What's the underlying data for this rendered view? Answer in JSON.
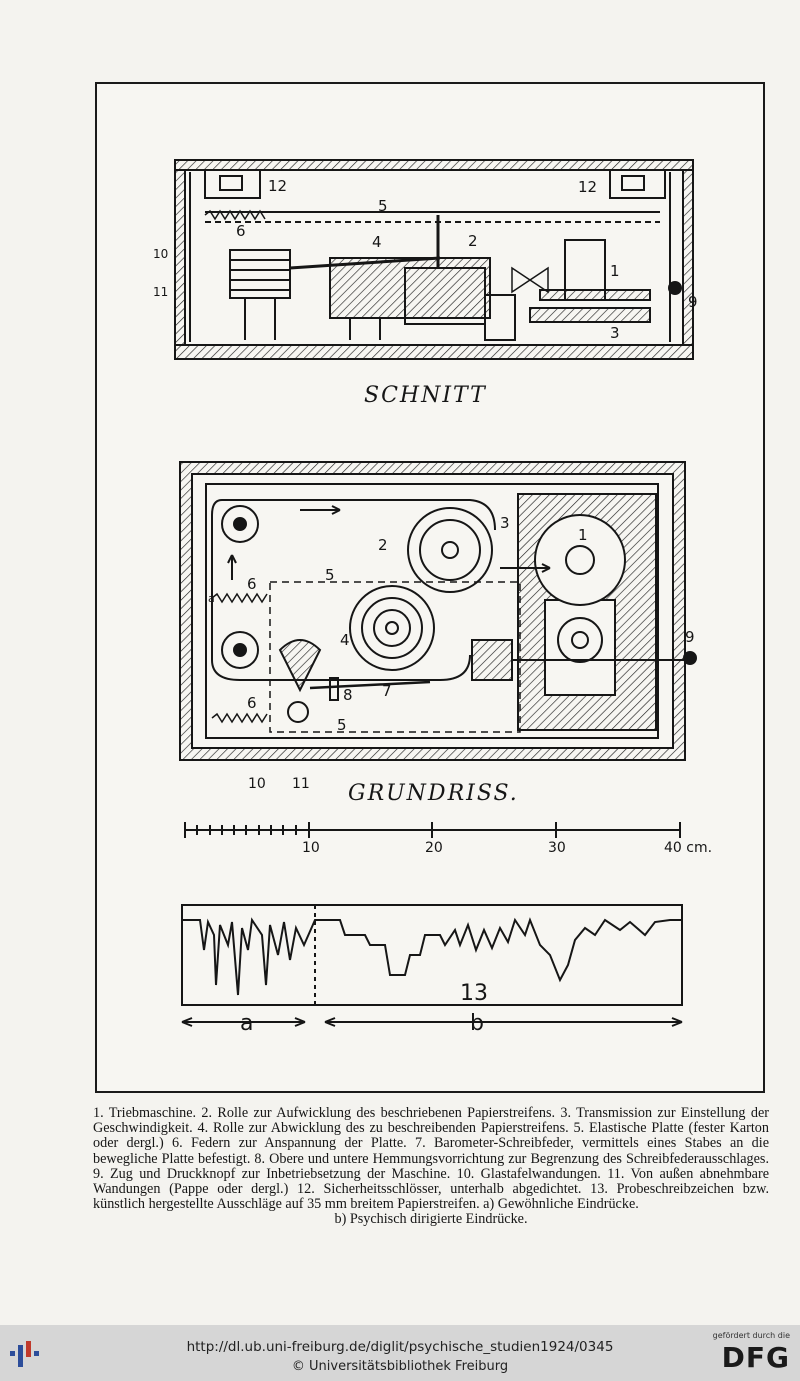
{
  "figure": {
    "section_label": "SCHNITT",
    "plan_label": "GRUNDRISS.",
    "numbers": [
      "1",
      "2",
      "3",
      "4",
      "5",
      "6",
      "7",
      "8",
      "9",
      "10",
      "11",
      "12",
      "13"
    ],
    "scale_labels": [
      "10",
      "20",
      "30",
      "40 cm."
    ],
    "sample_labels": [
      "a",
      "b",
      "13"
    ]
  },
  "caption": {
    "text": "1. Triebmaschine. 2. Rolle zur Aufwicklung des beschriebenen Papierstreifens. 3. Transmission zur Einstellung der Geschwindigkeit. 4. Rolle zur Abwicklung des zu beschreibenden Papierstreifens. 5. Elastische Platte (fester Karton oder dergl.) 6. Federn zur Anspannung der Platte. 7. Barometer-Schreibfeder, vermittels eines Stabes an die bewegliche Platte befestigt. 8. Obere und untere Hemmungsvorrichtung zur Begrenzung des Schreibfederausschlages. 9. Zug und Druckknopf zur Inbetriebsetzung der Maschine. 10. Glastafelwandungen. 11. Von außen abnehmbare Wandungen (Pappe oder dergl.) 12. Sicherheitsschlösser, unterhalb abgedichtet. 13. Probeschreibzeichen bzw. künstlich hergestellte Ausschläge auf 35 mm breitem Papierstreifen. a) Gewöhnliche Eindrücke.",
    "last_line": "b) Psychisch dirigierte Eindrücke."
  },
  "footer": {
    "url": "http://dl.ub.uni-freiburg.de/diglit/psychische_studien1924/0345",
    "copyright": "© Universitätsbibliothek Freiburg",
    "funded_by": "gefördert durch die",
    "dfg": "DFG"
  }
}
